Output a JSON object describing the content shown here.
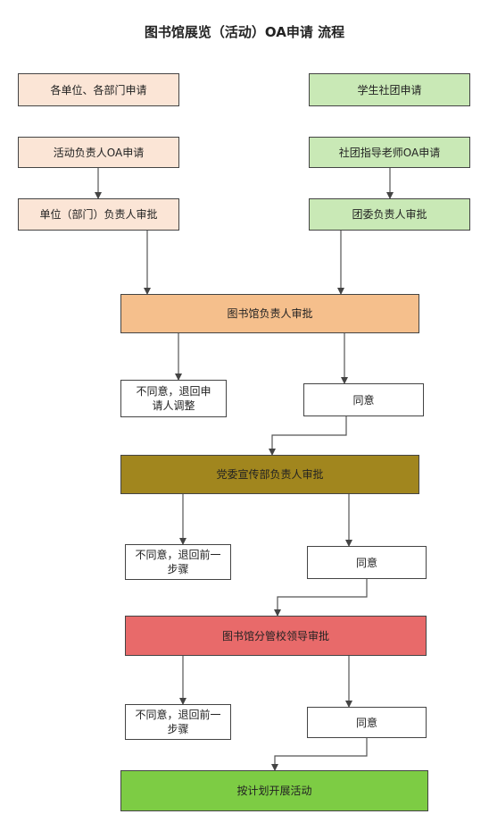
{
  "title": "图书馆展览（活动）OA申请 流程",
  "nodes": {
    "unit_apply": "各单位、各部门申请",
    "club_apply": "学生社团申请",
    "activity_oa": "活动负责人OA申请",
    "advisor_oa": "社团指导老师OA申请",
    "unit_head": "单位（部门）负责人审批",
    "youth_league": "团委负责人审批",
    "library_head": "图书馆负责人审批",
    "reject1": "不同意，退回申请人调整",
    "agree1": "同意",
    "party_head": "党委宣传部负责人审批",
    "reject2": "不同意，退回前一步骤",
    "agree2": "同意",
    "school_leader": "图书馆分管校领导审批",
    "reject3": "不同意，退回前一步骤",
    "agree3": "同意",
    "final": "按计划开展活动"
  }
}
